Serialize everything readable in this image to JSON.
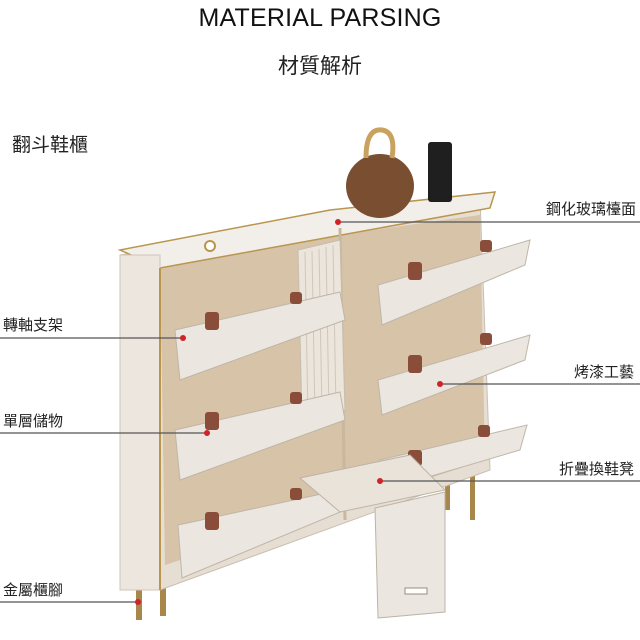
{
  "header": {
    "title_en": "MATERIAL PARSING",
    "title_zh": "材質解析"
  },
  "product_name": "翻斗鞋櫃",
  "callouts": {
    "tempered_glass_top": "鋼化玻璃檯面",
    "baking_paint": "烤漆工藝",
    "folding_bench": "折疊換鞋凳",
    "pivot_bracket": "轉軸支架",
    "single_layer_storage": "單層儲物",
    "metal_legs": "金屬櫃腳"
  },
  "colors": {
    "cabinet": "#e9e2d8",
    "interior": "#d9c7ae",
    "gold": "#b8964f",
    "callout_dot": "#d0222a"
  }
}
